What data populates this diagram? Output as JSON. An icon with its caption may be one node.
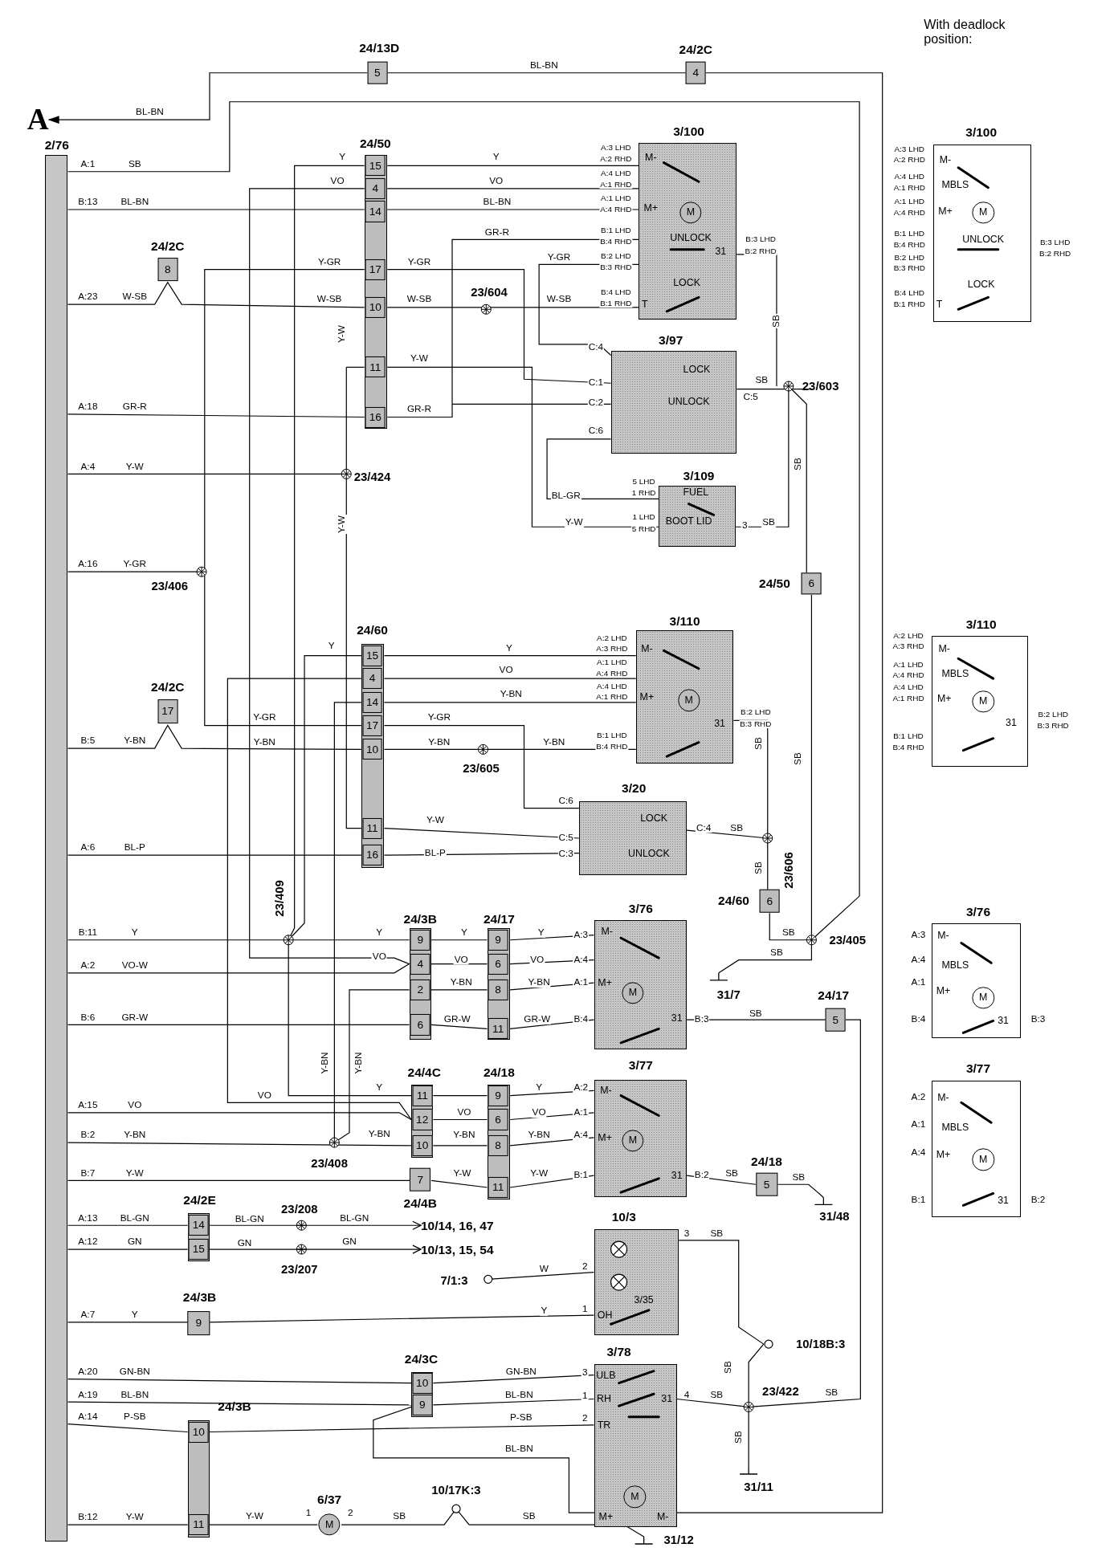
{
  "diagram": {
    "nodes": [
      {
        "text": [
          "2/76"
        ]
      },
      {
        "text": [
          "A"
        ]
      },
      {
        "text": [
          "24/13D",
          "5"
        ]
      },
      {
        "text": [
          "24/2C",
          "4"
        ]
      },
      {
        "text": [
          "24/50",
          "15",
          "4",
          "14",
          "17",
          "10",
          "11",
          "16"
        ]
      },
      {
        "text": [
          "24/2C",
          "8"
        ]
      },
      {
        "text": [
          "3/100",
          "M-",
          "M+",
          "M",
          "UNLOCK",
          "31",
          "LOCK",
          "T"
        ]
      },
      {
        "text": [
          "3/97",
          "LOCK",
          "UNLOCK"
        ]
      },
      {
        "text": [
          "3/109",
          "FUEL",
          "BOOT LID"
        ]
      },
      {
        "text": [
          "24/50",
          "6"
        ]
      },
      {
        "text": [
          "24/2C",
          "17"
        ]
      },
      {
        "text": [
          "24/60",
          "15",
          "4",
          "14",
          "17",
          "10",
          "11",
          "16"
        ]
      },
      {
        "text": [
          "3/110",
          "M-",
          "M+",
          "M",
          "31"
        ]
      },
      {
        "text": [
          "3/20",
          "LOCK",
          "UNLOCK"
        ]
      },
      {
        "text": [
          "24/60",
          "6"
        ]
      },
      {
        "text": [
          "24/3B",
          "9",
          "4",
          "2",
          "6"
        ]
      },
      {
        "text": [
          "24/17",
          "9",
          "6",
          "8",
          "11"
        ]
      },
      {
        "text": [
          "3/76",
          "M-",
          "M+",
          "M",
          "31"
        ]
      },
      {
        "text": [
          "24/17",
          "5"
        ]
      },
      {
        "text": [
          "24/4C",
          "11",
          "12",
          "10"
        ]
      },
      {
        "text": [
          "24/18",
          "9",
          "6",
          "8",
          "11"
        ]
      },
      {
        "text": [
          "7",
          "24/4B"
        ]
      },
      {
        "text": [
          "3/77",
          "M-",
          "M+",
          "M",
          "31"
        ]
      },
      {
        "text": [
          "24/18",
          "5"
        ]
      },
      {
        "text": [
          "24/2E",
          "14",
          "15"
        ]
      },
      {
        "text": [
          "10/14, 16, 47"
        ]
      },
      {
        "text": [
          "10/13, 15, 54"
        ]
      },
      {
        "text": [
          "10/3",
          "3/35",
          "OH"
        ]
      },
      {
        "text": [
          "24/3B",
          "9"
        ]
      },
      {
        "text": [
          "24/3C",
          "10",
          "9"
        ]
      },
      {
        "text": [
          "3/78",
          "ULB",
          "RH",
          "31",
          "TR",
          "M",
          "M+",
          "M-"
        ]
      },
      {
        "text": [
          "24/3B",
          "10",
          "11"
        ]
      },
      {
        "text": [
          "6/37",
          "M"
        ]
      },
      {
        "text": [
          "3/100",
          "M-",
          "MBLS",
          "M+",
          "M",
          "UNLOCK",
          "LOCK",
          "T"
        ]
      },
      {
        "text": [
          "3/110",
          "M-",
          "MBLS",
          "M+",
          "M",
          "31"
        ]
      },
      {
        "text": [
          "3/76",
          "M-",
          "MBLS",
          "M+",
          "M",
          "31"
        ]
      },
      {
        "text": [
          "3/77",
          "M-",
          "MBLS",
          "M+",
          "M",
          "31"
        ]
      }
    ],
    "edges": [
      {
        "from": 3,
        "to": 2,
        "arrow": "none",
        "label": "BL-BN"
      },
      {
        "from": 2,
        "to": 1,
        "arrow": "to",
        "label": "BL-BN"
      },
      {
        "from": 24,
        "to": 25,
        "arrow": "to",
        "label": "BL-GN"
      },
      {
        "from": 24,
        "to": 26,
        "arrow": "to",
        "label": "GN"
      }
    ],
    "labels": [
      "With deadlock position:",
      "A:1",
      "SB",
      "B:13",
      "BL-BN",
      "A:23",
      "W-SB",
      "A:18",
      "GR-R",
      "A:4",
      "Y-W",
      "A:16",
      "Y-GR",
      "B:5",
      "Y-BN",
      "A:6",
      "BL-P",
      "B:11",
      "Y",
      "A:2",
      "VO-W",
      "B:6",
      "GR-W",
      "A:15",
      "VO",
      "B:2",
      "Y-BN",
      "B:7",
      "Y-W",
      "A:13",
      "BL-GN",
      "A:12",
      "GN",
      "A:7",
      "Y",
      "A:20",
      "GN-BN",
      "A:19",
      "BL-BN",
      "A:14",
      "P-SB",
      "B:12",
      "Y-W",
      "Y",
      "VO",
      "Y",
      "VO",
      "BL-BN",
      "GR-R",
      "Y-GR",
      "Y-GR",
      "Y-GR",
      "W-SB",
      "W-SB",
      "23/604",
      "W-SB",
      "A:3 LHD",
      "A:2 RHD",
      "A:4 LHD",
      "A:1 RHD",
      "A:1 LHD",
      "A:4 RHD",
      "B:1 LHD",
      "B:4 RHD",
      "B:2 LHD",
      "B:3 RHD",
      "B:4 LHD",
      "B:1 RHD",
      "B:3 LHD",
      "B:2 RHD",
      "SB",
      "Y-W",
      "GR-R",
      "C:4",
      "C:1",
      "C:2",
      "C:6",
      "SB",
      "C:5",
      "23/603",
      "Y-W",
      "23/424",
      "Y-W",
      "SB",
      "5 LHD",
      "1 RHD",
      "BL-GR",
      "1 LHD",
      "5 RHD",
      "Y-W",
      "3",
      "SB",
      "23/406",
      "Y",
      "Y",
      "VO",
      "Y-BN",
      "Y-GR",
      "Y-GR",
      "Y-BN",
      "Y-BN",
      "Y-BN",
      "23/605",
      "A:2 LHD",
      "A:3 RHD",
      "A:1 LHD",
      "A:4 RHD",
      "A:4 LHD",
      "A:1 RHD",
      "B:1 LHD",
      "B:4 RHD",
      "B:2 LHD",
      "B:3 RHD",
      "SB",
      "SB",
      "C:6",
      "Y-W",
      "C:4",
      "SB",
      "C:5",
      "23/606",
      "BL-P",
      "C:3",
      "SB",
      "SB",
      "23/405",
      "SB",
      "31/7",
      "23/409",
      "Y",
      "Y",
      "Y",
      "A:3",
      "VO",
      "VO",
      "VO",
      "A:4",
      "Y-BN",
      "Y-BN",
      "A:1",
      "GR-W",
      "GR-W",
      "B:4",
      "B:3",
      "SB",
      "Y-BN",
      "Y-BN",
      "Y",
      "Y",
      "A:2",
      "VO",
      "VO",
      "VO",
      "A:1",
      "Y-BN",
      "Y-BN",
      "Y-BN",
      "A:4",
      "23/408",
      "Y-W",
      "Y-W",
      "B:1",
      "B:2",
      "SB",
      "SB",
      "BL-GN",
      "23/208",
      "31/48",
      "GN",
      "23/207",
      "3",
      "SB",
      "7/1:3",
      "W",
      "2",
      "Y",
      "1",
      "10/18B:3",
      "SB",
      "GN-BN",
      "3",
      "BL-BN",
      "1",
      "4",
      "SB",
      "23/422",
      "SB",
      "P-SB",
      "2",
      "SB",
      "BL-BN",
      "10/17K:3",
      "31/11",
      "Y-W",
      "1",
      "2",
      "SB",
      "SB",
      "31/12",
      "A:3 LHD",
      "A:2 RHD",
      "A:4 LHD",
      "A:1 RHD",
      "A:1 LHD",
      "A:4 RHD",
      "B:1 LHD",
      "B:4 RHD",
      "B:2 LHD",
      "B:3 RHD",
      "B:4 LHD",
      "B:1 RHD",
      "B:3 LHD",
      "B:2 RHD",
      "A:2 LHD",
      "A:3 RHD",
      "A:1 LHD",
      "A:4 RHD",
      "A:4 LHD",
      "A:1 RHD",
      "B:1 LHD",
      "B:4 RHD",
      "B:2 LHD",
      "B:3 RHD",
      "A:3",
      "A:4",
      "A:1",
      "B:4",
      "B:3",
      "A:2",
      "A:1",
      "A:4",
      "B:1",
      "B:2"
    ]
  }
}
